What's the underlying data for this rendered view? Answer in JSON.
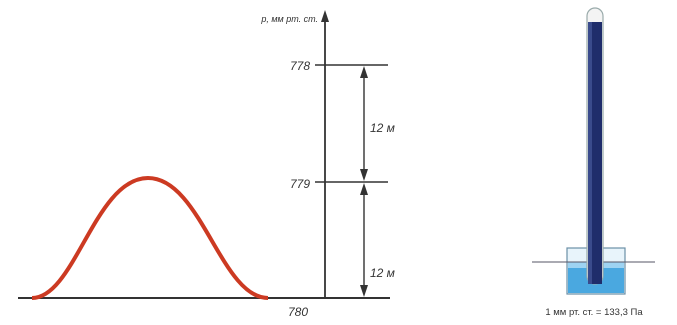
{
  "axis": {
    "label": "p, мм рт. ст."
  },
  "pressure_ticks": [
    "778",
    "779",
    "780"
  ],
  "height_intervals": [
    "12 м",
    "12 м"
  ],
  "barometer": {
    "caption": "1 мм рт. ст. = 133,3 Па"
  },
  "colors": {
    "hill": "#cc3a22",
    "lines": "#333333",
    "mercury": "#1f2d6b",
    "basin": "#4aa8e0"
  }
}
